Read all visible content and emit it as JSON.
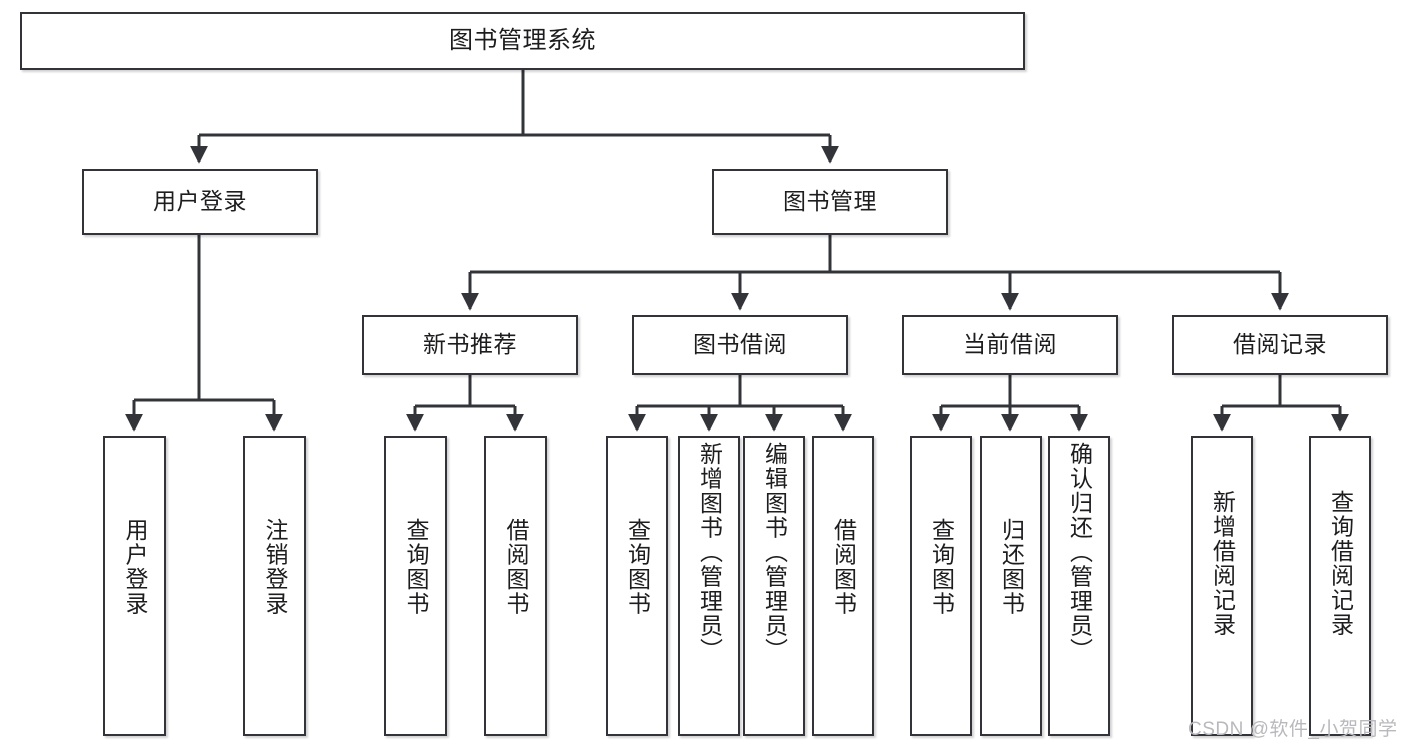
{
  "diagram": {
    "type": "tree-hierarchy",
    "title": "图书管理系统",
    "root": {
      "label": "图书管理系统"
    },
    "level2": [
      {
        "label": "用户登录"
      },
      {
        "label": "图书管理"
      }
    ],
    "level3": [
      {
        "label": "新书推荐"
      },
      {
        "label": "图书借阅"
      },
      {
        "label": "当前借阅"
      },
      {
        "label": "借阅记录"
      }
    ],
    "leaves": {
      "user_login": [
        {
          "label": "用户登录"
        },
        {
          "label": "注销登录"
        }
      ],
      "new_book_recommend": [
        {
          "label": "查询图书"
        },
        {
          "label": "借阅图书"
        }
      ],
      "book_borrow": [
        {
          "label": "查询图书"
        },
        {
          "label": "新增图书（管理员）"
        },
        {
          "label": "编辑图书（管理员）"
        },
        {
          "label": "借阅图书"
        }
      ],
      "current_borrow": [
        {
          "label": "查询图书"
        },
        {
          "label": "归还图书"
        },
        {
          "label": "确认归还（管理员）"
        }
      ],
      "borrow_record": [
        {
          "label": "新增借阅记录"
        },
        {
          "label": "查询借阅记录"
        }
      ]
    }
  },
  "watermark": {
    "text": "CSDN @软件_小贺同学"
  },
  "colors": {
    "stroke": "#32343a",
    "background": "#ffffff",
    "text": "#1d1d1f",
    "watermark": "#b9b9bd"
  }
}
